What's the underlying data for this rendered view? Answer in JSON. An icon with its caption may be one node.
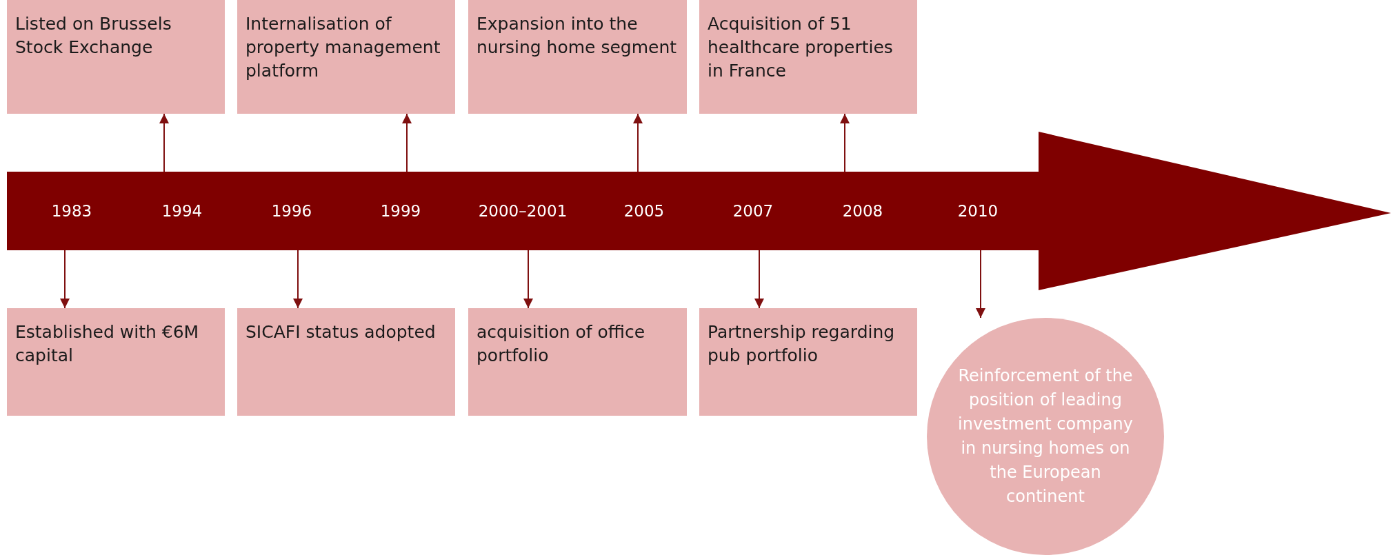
{
  "diagram": {
    "nodes": [
      {
        "text": [],
        "shape": "arrow"
      },
      {
        "text": [
          "1983"
        ],
        "in": 0
      },
      {
        "text": [
          "1994"
        ],
        "in": 0
      },
      {
        "text": [
          "1996"
        ],
        "in": 0
      },
      {
        "text": [
          "1999"
        ],
        "in": 0
      },
      {
        "text": [
          "2000–2001"
        ],
        "in": 0
      },
      {
        "text": [
          "2005"
        ],
        "in": 0
      },
      {
        "text": [
          "2007"
        ],
        "in": 0
      },
      {
        "text": [
          "2008"
        ],
        "in": 0
      },
      {
        "text": [
          "2010"
        ],
        "in": 0
      },
      {
        "text": [
          "Listed on Brussels Stock Exchange"
        ]
      },
      {
        "text": [
          "Internalisation of property management platform"
        ]
      },
      {
        "text": [
          "Expansion into the nursing home segment"
        ]
      },
      {
        "text": [
          "Acquisition of 51 healthcare properties in France"
        ]
      },
      {
        "text": [
          "Established with €6M capital"
        ]
      },
      {
        "text": [
          "SICAFI status adopted"
        ]
      },
      {
        "text": [
          "acquisition of office portfolio"
        ]
      },
      {
        "text": [
          "Partnership regarding pub portfolio"
        ]
      },
      {
        "text": [
          "Reinforcement of the position of leading investment company in nursing homes on the European continent"
        ]
      }
    ],
    "edges": [
      {
        "from": 2,
        "to": 10,
        "arrow": "to"
      },
      {
        "from": 4,
        "to": 11,
        "arrow": "to"
      },
      {
        "from": 6,
        "to": 12,
        "arrow": "to"
      },
      {
        "from": 8,
        "to": 13,
        "arrow": "to"
      },
      {
        "from": 1,
        "to": 14,
        "arrow": "to"
      },
      {
        "from": 3,
        "to": 15,
        "arrow": "to"
      },
      {
        "from": 5,
        "to": 16,
        "arrow": "to"
      },
      {
        "from": 7,
        "to": 17,
        "arrow": "to"
      },
      {
        "from": 9,
        "to": 18,
        "arrow": "to"
      }
    ]
  }
}
